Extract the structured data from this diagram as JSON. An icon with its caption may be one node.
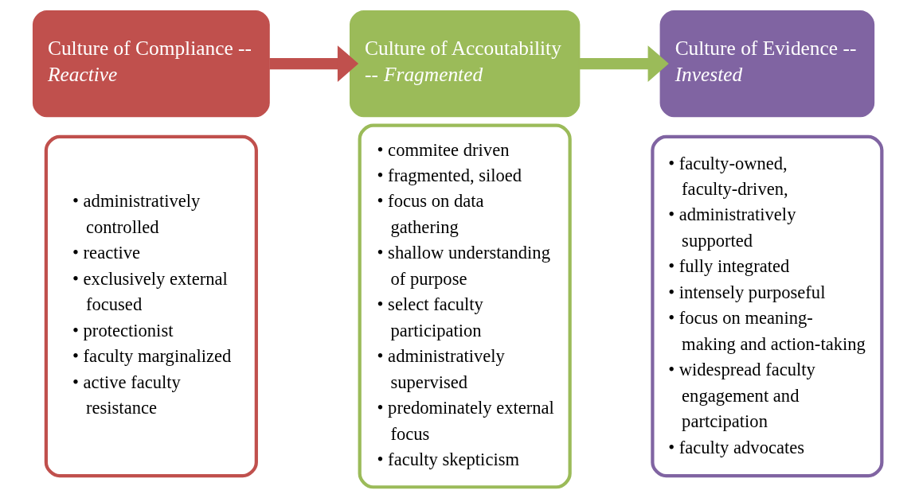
{
  "diagram": {
    "nodes": [
      {
        "text": [
          "Culture of Compliance -- *Reactive*"
        ]
      },
      {
        "text": [
          "• administratively controlled",
          "• reactive",
          "• exclusively external focused",
          "• protectionist",
          "• faculty marginalized",
          "• active faculty resistance"
        ]
      },
      {
        "text": [
          "Culture of Accoutability -- *Fragmented*"
        ]
      },
      {
        "text": [
          "• commitee driven",
          "• fragmented, siloed",
          "• focus on data gathering",
          "• shallow understanding of purpose",
          "• select faculty participation",
          "• administratively supervised",
          "• predominately external focus",
          "• faculty skepticism"
        ]
      },
      {
        "text": [
          "Culture of Evidence -- *Invested*"
        ]
      },
      {
        "text": [
          "• faculty-owned, faculty-driven,",
          "• administratively supported",
          "• fully integrated",
          "• intensely purposeful",
          "• focus on meaning-making and action-taking",
          "• widespread faculty engagement and partcipation",
          "• faculty advocates"
        ]
      }
    ],
    "edges": [
      {
        "from": 0,
        "to": 2,
        "arrow": "to",
        "color": "#c0504d"
      },
      {
        "from": 2,
        "to": 4,
        "arrow": "to",
        "color": "#9bbb59"
      }
    ]
  }
}
